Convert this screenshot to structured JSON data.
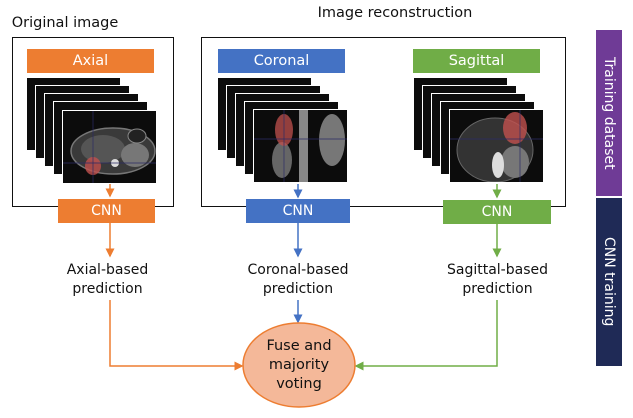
{
  "colors": {
    "axial": "#ed7d31",
    "coronal": "#4472c4",
    "sagittal": "#70ad47",
    "training_dataset": "#6f3b96",
    "cnn_training": "#1f2a56",
    "fuse_fill": "#f4b899",
    "fuse_stroke": "#ed7d31",
    "segmentation_overlay": "#c0504d"
  },
  "sections": {
    "original_title": "Original image",
    "reconstruction_title": "Image reconstruction"
  },
  "views": [
    {
      "id": "axial",
      "label": "Axial",
      "cnn_label": "CNN",
      "prediction": "Axial-based prediction",
      "image": "axial-mri-slice-stack"
    },
    {
      "id": "coronal",
      "label": "Coronal",
      "cnn_label": "CNN",
      "prediction": "Coronal-based prediction",
      "image": "coronal-mri-slice-stack"
    },
    {
      "id": "sagittal",
      "label": "Sagittal",
      "cnn_label": "CNN",
      "prediction": "Sagittal-based prediction",
      "image": "sagittal-mri-slice-stack"
    }
  ],
  "fuse": {
    "label": "Fuse and majority voting"
  },
  "side_labels": {
    "training_dataset": "Training dataset",
    "cnn_training": "CNN training"
  }
}
